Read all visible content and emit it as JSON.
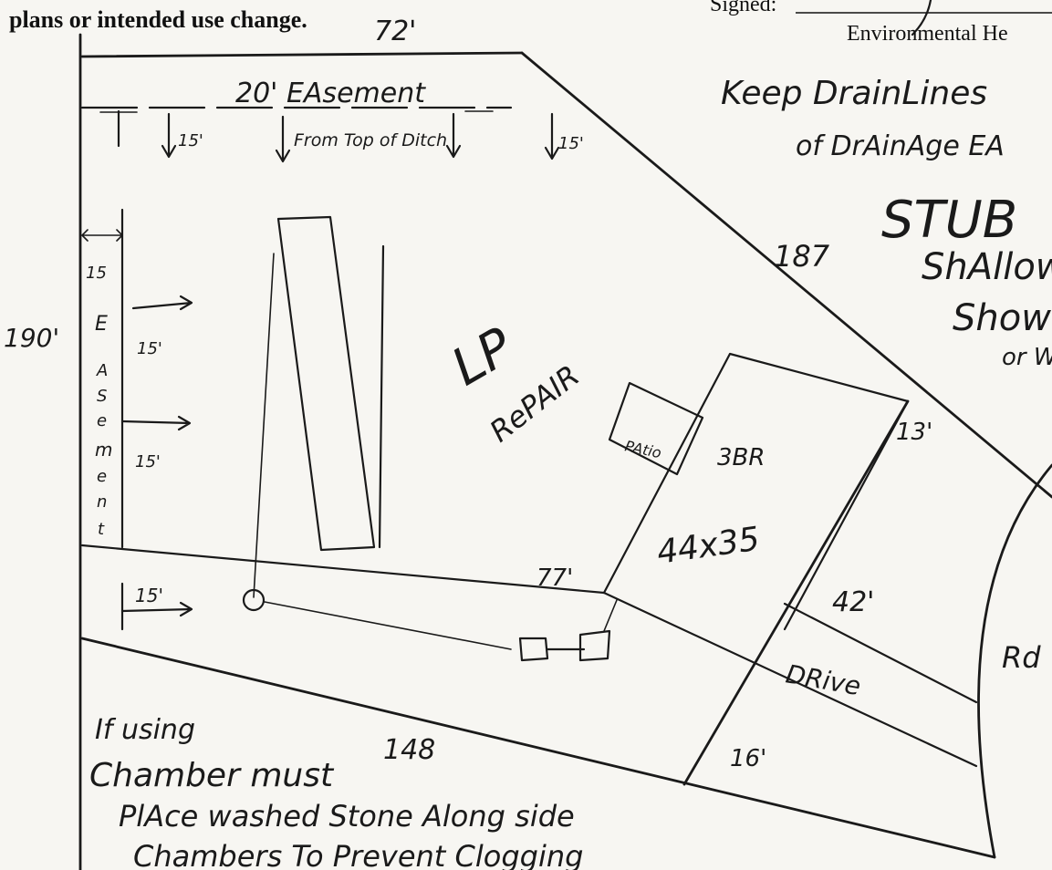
{
  "header": {
    "notice_line": "plans or intended use change.",
    "signed_label": "Signed:",
    "department": "Environmental He"
  },
  "site_plan": {
    "top_dimension": "72'",
    "left_dimension": "190'",
    "upper_right_dimension": "187",
    "bottom_dimension": "148",
    "easement_top": "20' EAsement",
    "from_top_of_ditch": "From Top of Ditch",
    "setback_15": "15'",
    "setback_15_left": "15",
    "easement_vertical": [
      "E",
      "A",
      "S",
      "e",
      "m",
      "e",
      "n",
      "t"
    ],
    "lp_repair": [
      "LP",
      "RePAIR"
    ],
    "patio": "PAtio",
    "house_br": "3BR",
    "house_size": "44x35",
    "dim_77": "77'",
    "dim_13": "13'",
    "dim_42": "42'",
    "dim_16": "16'",
    "drive": "DRive",
    "road": "Rd",
    "note_drain": [
      "Keep DrainLines",
      "of DrAinAge EA"
    ],
    "stub": "STUB",
    "shallow_lines": [
      "ShAllow",
      "Show",
      "or W"
    ],
    "chamber_note": [
      "If using",
      "Chamber must",
      "PlAce washed Stone Along side",
      "Chambers To Prevent Clogging"
    ]
  }
}
